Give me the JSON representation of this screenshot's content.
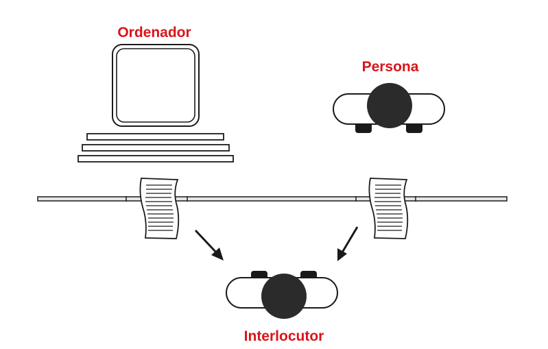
{
  "labels": {
    "computer": "Ordenador",
    "person": "Persona",
    "interrogator": "Interlocutor"
  },
  "colors": {
    "label": "#d9141a",
    "line": "#1a1a1a",
    "head": "#2b2b2b",
    "divider_fill": "#e6e6e6"
  },
  "icons": {
    "computer": "computer-monitor-keyboard-icon",
    "person": "person-top-view-icon",
    "interrogator": "person-top-view-icon",
    "paper": "paper-sheet-icon",
    "arrow": "arrow-icon"
  }
}
